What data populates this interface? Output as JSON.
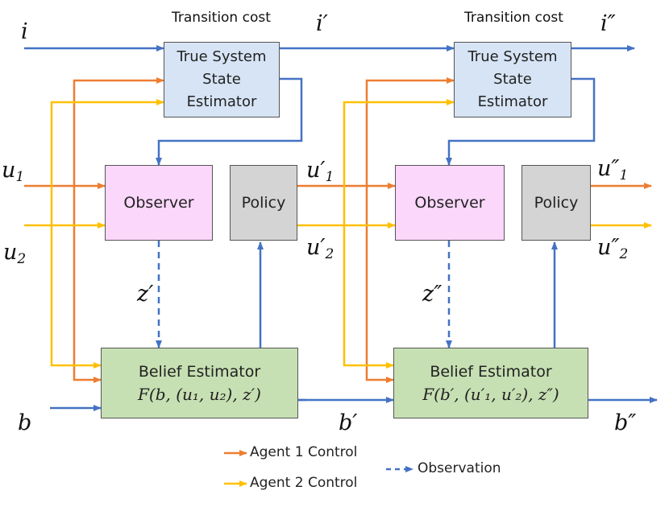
{
  "labels": {
    "transition_cost_1": "Transition cost",
    "transition_cost_2": "Transition cost"
  },
  "boxes": {
    "true_system_state_estimator": [
      "True System",
      "State",
      "Estimator"
    ],
    "observer": "Observer",
    "policy": "Policy",
    "belief_estimator": "Belief Estimator",
    "belief_formula_1": "F(b, (u₁, u₂), z′)",
    "belief_formula_2": "F(b′, (u′₁, u′₂), z″)"
  },
  "variables": {
    "i": "i",
    "i_prime": "i′",
    "i_double_prime": "i″",
    "u": "u",
    "u_prime": "u′",
    "u_double_prime": "u″",
    "sub_1": "1",
    "sub_2": "2",
    "z_prime": "z′",
    "z_double_prime": "z″",
    "b": "b",
    "b_prime": "b′",
    "b_double_prime": "b″"
  },
  "legend": {
    "agent1": "Agent 1 Control",
    "agent2": "Agent 2 Control",
    "observation": "Observation"
  },
  "colors": {
    "state_flow": "#4472c4",
    "agent1": "#ed7d31",
    "agent2": "#ffc000",
    "observation": "#4472c4",
    "tsse_fill": "#d6e4f5",
    "observer_fill": "#fbd7fb",
    "policy_fill": "#d4d4d4",
    "belief_fill": "#c7e0b3"
  }
}
